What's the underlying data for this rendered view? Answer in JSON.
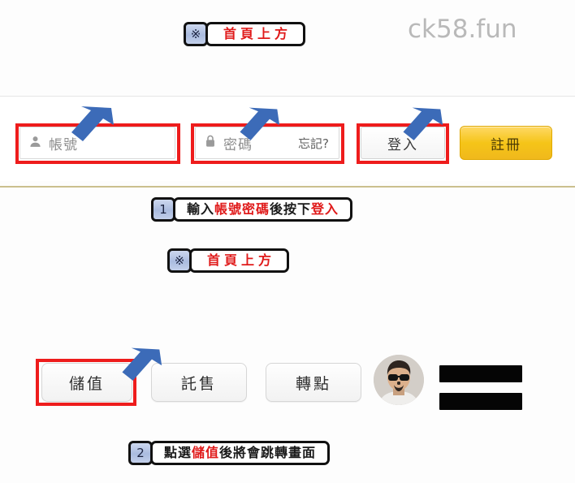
{
  "watermark": {
    "text": "ck58.fun"
  },
  "callouts": {
    "headline_top": {
      "badge": "※",
      "text": "首頁上方"
    },
    "headline_mid": {
      "badge": "※",
      "text": "首頁上方"
    },
    "step1": {
      "badge": "1",
      "parts": [
        {
          "text": "輸入",
          "color": "black"
        },
        {
          "text": "帳號密碼",
          "color": "red"
        },
        {
          "text": "後按下",
          "color": "black"
        },
        {
          "text": "登入",
          "color": "red"
        }
      ]
    },
    "step2": {
      "badge": "2",
      "parts": [
        {
          "text": "點選",
          "color": "black"
        },
        {
          "text": "儲值",
          "color": "red"
        },
        {
          "text": "後將會跳轉畫面",
          "color": "black"
        }
      ]
    }
  },
  "login_bar": {
    "account_field": {
      "icon": "person-icon",
      "placeholder": "帳號",
      "value": ""
    },
    "password_field": {
      "icon": "lock-icon",
      "placeholder": "密碼",
      "value": "",
      "forgot_label": "忘記?"
    },
    "login_button": {
      "label": "登入"
    },
    "register_button": {
      "label": "註冊"
    }
  },
  "account_menu": {
    "buttons": [
      {
        "label": "儲值",
        "highlighted": true
      },
      {
        "label": "託售",
        "highlighted": false
      },
      {
        "label": "轉點",
        "highlighted": false
      }
    ],
    "avatar": {
      "name": "user-avatar"
    },
    "redacted_bars": 2
  },
  "colors": {
    "highlight_red": "#ee1c1c",
    "arrow_blue": "#3c6bb8",
    "register_gold": "#f5c518",
    "callout_red_text": "#e01b1b",
    "divider_tan": "#cbbf8e",
    "watermark_grey": "#b9b9b9"
  }
}
